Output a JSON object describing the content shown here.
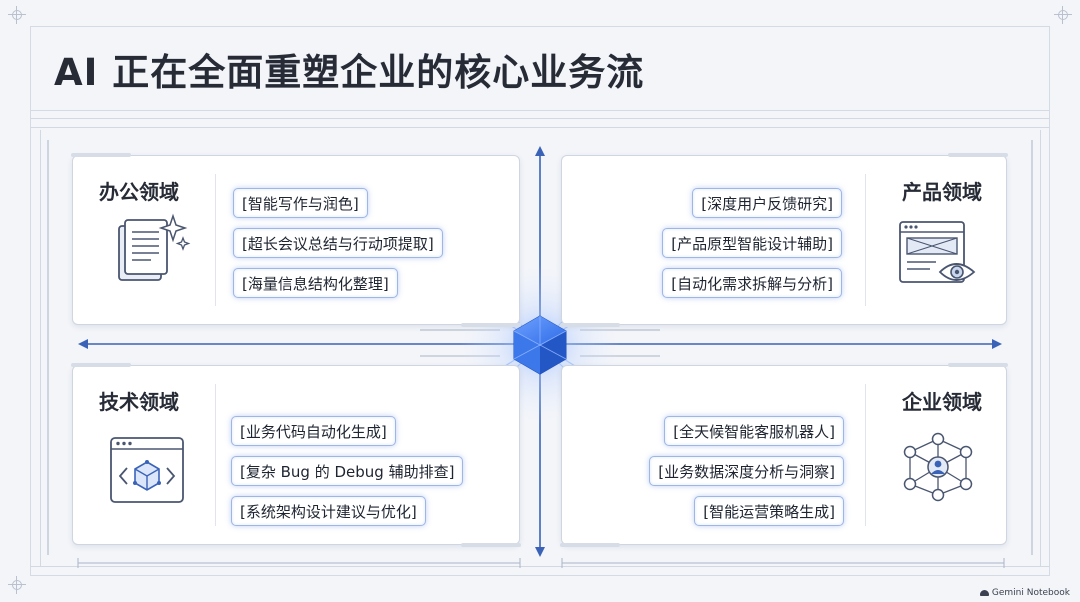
{
  "title": "AI 正在全面重塑企业的核心业务流",
  "quadrants": {
    "office": {
      "title": "办公领域",
      "items": [
        "[智能写作与润色]",
        "[超长会议总结与行动项提取]",
        "[海量信息结构化整理]"
      ]
    },
    "product": {
      "title": "产品领域",
      "items": [
        "[深度用户反馈研究]",
        "[产品原型智能设计辅助]",
        "[自动化需求拆解与分析]"
      ]
    },
    "tech": {
      "title": "技术领域",
      "items": [
        "[业务代码自动化生成]",
        "[复杂 Bug 的 Debug 辅助排查]",
        "[系统架构设计建议与优化]"
      ]
    },
    "enterprise": {
      "title": "企业领域",
      "items": [
        "[全天候智能客服机器人]",
        "[业务数据深度分析与洞察]",
        "[智能运营策略生成]"
      ]
    }
  },
  "icons": {
    "office": "document-sparkle-icon",
    "product": "wireframe-eye-icon",
    "tech": "code-window-cube-icon",
    "enterprise": "network-people-icon",
    "center": "glowing-cube-icon"
  },
  "colors": {
    "accent": "#2f6fe0",
    "tag_border": "#9fb6e3",
    "axis": "#3a63b8"
  },
  "watermark": "Gemini Notebook"
}
